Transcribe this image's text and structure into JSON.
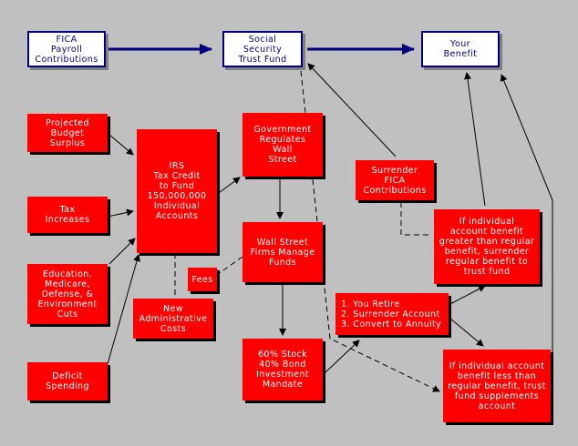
{
  "nodes": {
    "fica": "FICA\nPayroll\nContributions",
    "trust": "Social\nSecurity\nTrust Fund",
    "benefit": "Your\nBenefit",
    "budget": "Projected\nBudget\nSurplus",
    "tax": "Tax\nIncreases",
    "cuts": "Education,\nMedicare,\nDefense, &\nEnvironment\nCuts",
    "deficit": "Deficit\nSpending",
    "irs": "IRS\nTax Credit\nto Fund\n150,000,000\nIndividual\nAccounts",
    "admin": "New\nAdministrative\nCosts",
    "gov": "Government\nRegulates\nWall\nStreet",
    "wallst": "Wall Street\nFirms Manage\nFunds",
    "fees": "Fees",
    "stock": "60%  Stock\n40% Bond\nInvestment\nMandate",
    "surrender": "Surrender\nFICA\nContributions",
    "greater": "If individual\naccount benefit\ngreater than regular\nbenefit, surrender\nregular benefit to\ntrust fund",
    "retire": "1. You Retire\n2. Surrender Account\n3. Convert to Annuity",
    "less": "If individual account\nbenefit less than\nregular benefit, trust\nfund supplements\naccount"
  },
  "colors": {
    "background": "#c0c0c0",
    "box_fill": "#ff0000",
    "box_shadow": "#000000",
    "header_border": "#000080",
    "header_fill": "#ffffff",
    "header_text": "#000080"
  }
}
